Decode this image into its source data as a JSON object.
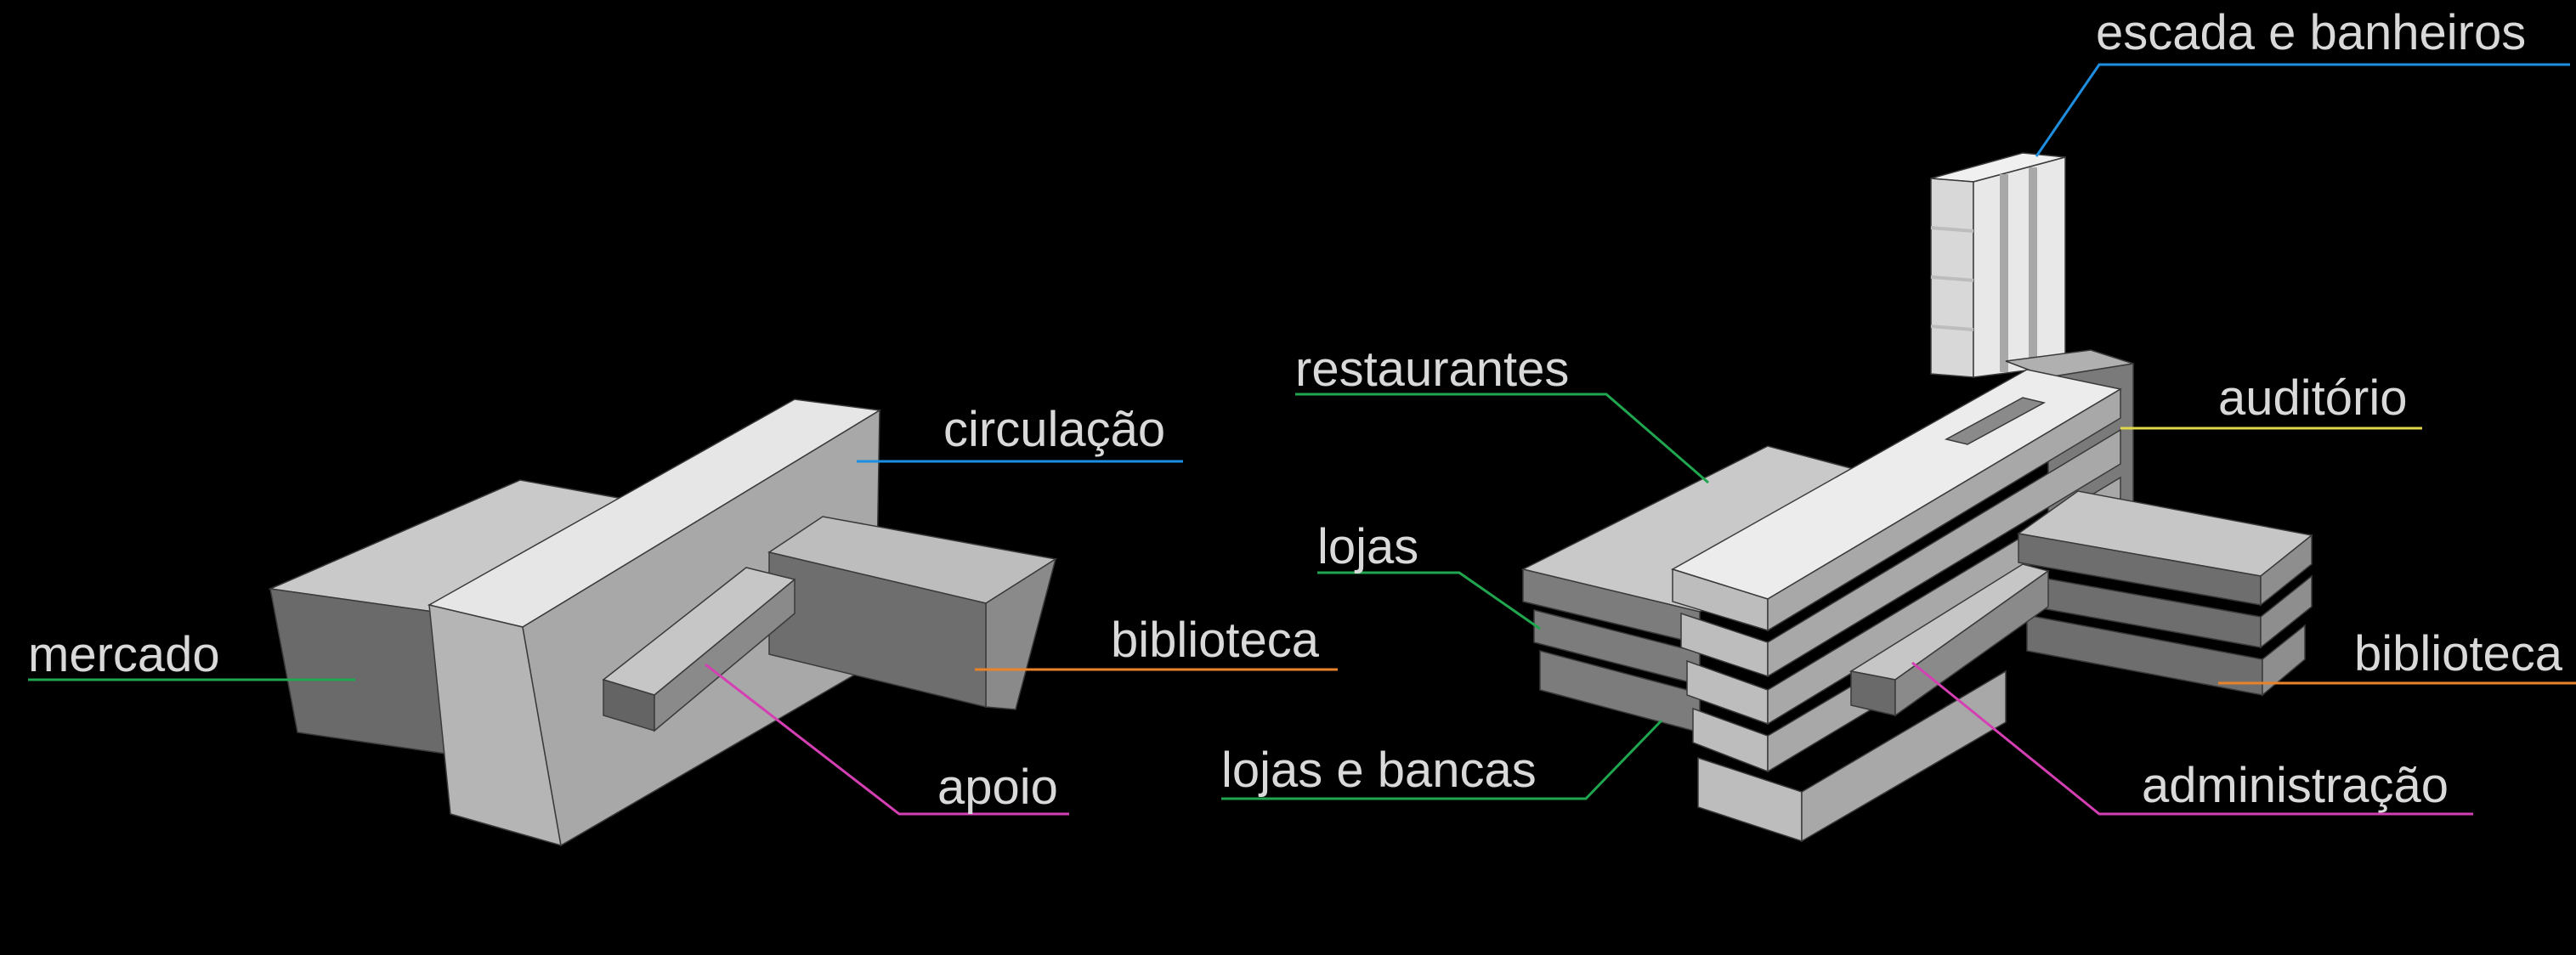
{
  "labels": {
    "mercado": "mercado",
    "circulacao": "circulação",
    "biblioteca_left": "biblioteca",
    "apoio": "apoio",
    "restaurantes": "restaurantes",
    "lojas": "lojas",
    "lojas_e_bancas": "lojas e bancas",
    "escada_e_banheiros": "escada e banheiros",
    "auditorio": "auditório",
    "biblioteca_right": "biblioteca",
    "administracao": "administração"
  },
  "colors": {
    "background": "#000000",
    "label_text": "#d9d9d9",
    "green_leader": "#1fa64f",
    "blue_leader": "#1e8fe0",
    "orange_leader": "#e8832a",
    "magenta_leader": "#d53fb4",
    "yellow_leader": "#e0d84a"
  }
}
